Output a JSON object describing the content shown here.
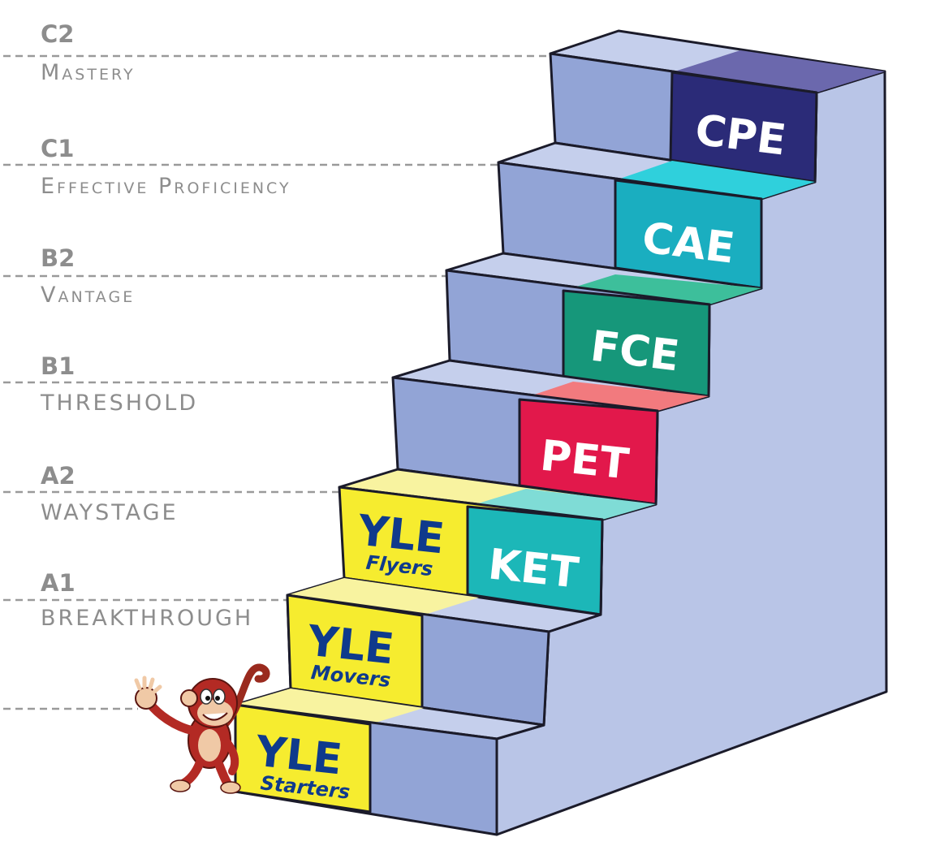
{
  "levels": [
    {
      "code": "C2",
      "name": "Mastery"
    },
    {
      "code": "C1",
      "name": "Effective Proficiency"
    },
    {
      "code": "B2",
      "name": "Vantage"
    },
    {
      "code": "B1",
      "name": "Threshold"
    },
    {
      "code": "A2",
      "name": "Waystage"
    },
    {
      "code": "A1",
      "name": "Breakthrough"
    }
  ],
  "exams": [
    {
      "label": "CPE",
      "color": "#2b2b78",
      "top": "#6b68ad"
    },
    {
      "label": "CAE",
      "color": "#1aaec0",
      "top": "#2fd0dc"
    },
    {
      "label": "FCE",
      "color": "#16977a",
      "top": "#3dbf9b"
    },
    {
      "label": "PET",
      "color": "#e2184b",
      "top": "#f27a7e"
    },
    {
      "label": "KET",
      "color": "#1cb7b8",
      "top": "#7fdcd6"
    }
  ],
  "yle": [
    {
      "title": "YLE",
      "subtitle": "Flyers"
    },
    {
      "title": "YLE",
      "subtitle": "Movers"
    },
    {
      "title": "YLE",
      "subtitle": "Starters"
    }
  ],
  "colors": {
    "stair_front": "#92a4d6",
    "stair_top": "#c5cfec",
    "stair_side": "#b9c5e7",
    "yle_yellow": "#f6ec2f",
    "yle_top": "#f8f3a0",
    "label_grey": "#8d8d8d"
  }
}
